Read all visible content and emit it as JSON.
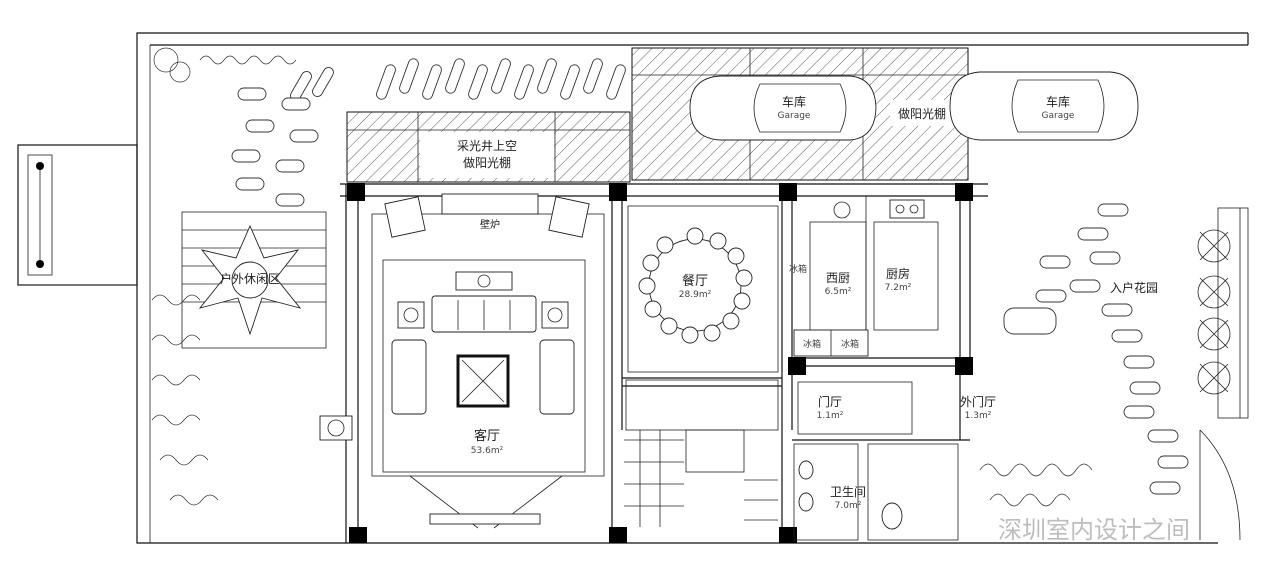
{
  "rooms": {
    "skylight": {
      "line1": "采光井上空",
      "line2": "做阳光棚"
    },
    "garage_inner": {
      "name": "车库",
      "sub": "Garage"
    },
    "sunroom": "做阳光棚",
    "garage_outer": {
      "name": "车库",
      "sub": "Garage"
    },
    "fireplace": "壁炉",
    "terrace": "户外休闲区",
    "dining": {
      "name": "餐厅",
      "area": "28.9m²"
    },
    "western_kitchen": {
      "name": "西厨",
      "area": "6.5m²"
    },
    "kitchen": {
      "name": "厨房",
      "area": "7.2m²"
    },
    "fridge": "冰箱",
    "garden": "入户花园",
    "living": {
      "name": "客厅",
      "area": "53.6m²"
    },
    "foyer": {
      "name": "门厅",
      "area": "1.1m²"
    },
    "outer_foyer": {
      "name": "外门厅",
      "area": "1.3m²"
    },
    "bathroom": {
      "name": "卫生间",
      "area": "7.0m²"
    },
    "cabinet_a": "冰箱",
    "cabinet_b": "冰箱"
  },
  "watermark": "深圳室内设计之间"
}
